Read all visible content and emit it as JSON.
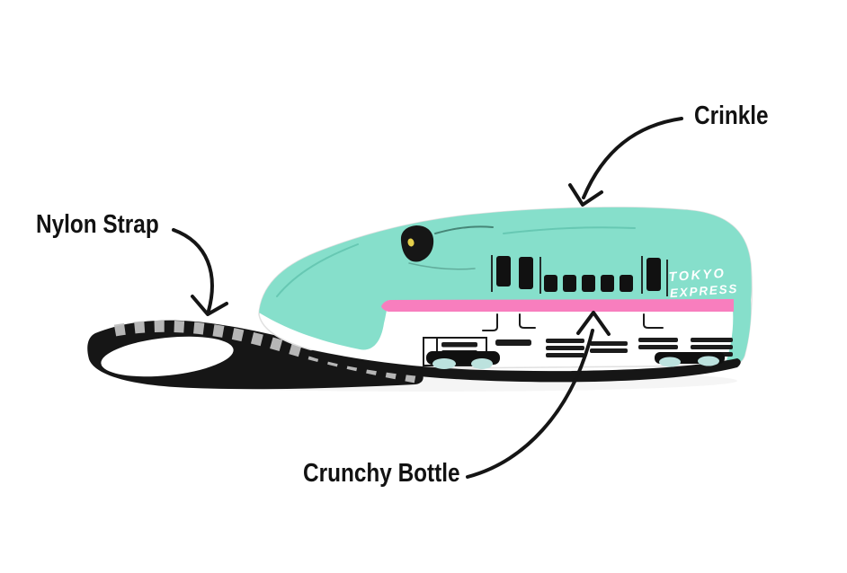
{
  "labels": {
    "crinkle": "Crinkle",
    "nylon_strap": "Nylon Strap",
    "crunchy_bottle": "Crunchy Bottle"
  },
  "train_text": {
    "line1": "TOKYO",
    "line2": "EXPRESS"
  },
  "colors": {
    "mint": "#86DFCB",
    "pink": "#F87EBE",
    "black": "#161616",
    "body_white": "#FFFFFF",
    "wheel_teal": "#BCE2DE",
    "headlight_yellow": "#E5CF4B",
    "strap_gray": "#BFBFBF",
    "label_text": "#121212"
  }
}
